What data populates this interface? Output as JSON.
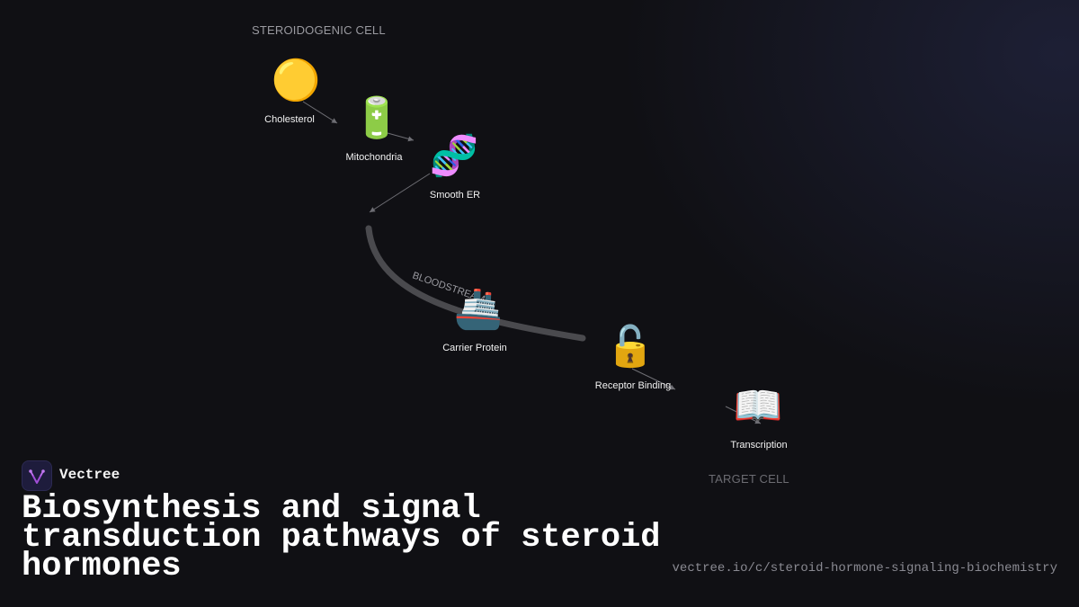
{
  "diagram": {
    "regions": {
      "source": "STEROIDOGENIC CELL",
      "target": "TARGET CELL",
      "transport": "BLOODSTREAM"
    },
    "nodes": [
      {
        "id": "cholesterol",
        "label": "Cholesterol",
        "icon": "yellow-circle-icon",
        "glyph": "🟡"
      },
      {
        "id": "mitochondria",
        "label": "Mitochondria",
        "icon": "battery-icon",
        "glyph": "🔋"
      },
      {
        "id": "smooth-er",
        "label": "Smooth ER",
        "icon": "dna-icon",
        "glyph": "🧬"
      },
      {
        "id": "carrier-protein",
        "label": "Carrier Protein",
        "icon": "ship-icon",
        "glyph": "🚢"
      },
      {
        "id": "receptor-binding",
        "label": "Receptor Binding",
        "icon": "unlocked-lock-icon",
        "glyph": "🔓"
      },
      {
        "id": "transcription",
        "label": "Transcription",
        "icon": "open-book-icon",
        "glyph": "📖"
      }
    ],
    "colors": {
      "background": "#101014",
      "region_label": "#9a9aa0",
      "target_label": "#6c6c72",
      "bloodstream": "#4a4a4e",
      "arrow": "#6e6e74",
      "node_label": "#f2f2f2"
    }
  },
  "brand": {
    "name": "Vectree",
    "logo_icon": "vectree-logo-icon",
    "logo_color": "#a24ed8"
  },
  "title": "Biosynthesis and signal transduction pathways of steroid hormones",
  "source_url": "vectree.io/c/steroid-hormone-signaling-biochemistry"
}
